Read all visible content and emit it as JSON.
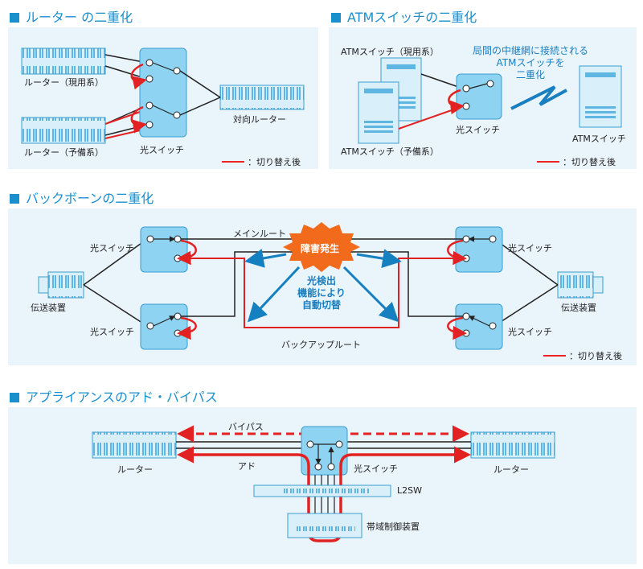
{
  "colors": {
    "accent": "#1a8fce",
    "panel": "#eaf4fb",
    "switch_fill": "#8fd3f2",
    "switch_stroke": "#3a9fd0",
    "after_switch_line": "#e22222",
    "device_fill": "#d9effa",
    "fault_fill": "#f26a1b",
    "arrow": "#1580c0"
  },
  "sections": {
    "router": {
      "title": "ルーター の二重化"
    },
    "atm": {
      "title": "ATMスイッチの二重化"
    },
    "backbone": {
      "title": "バックボーンの二重化"
    },
    "appliance": {
      "title": "アプライアンスのアド・バイパス"
    }
  },
  "router_panel": {
    "active_router": "ルーター（現用系）",
    "standby_router": "ルーター（予備系）",
    "optical_switch": "光スイッチ",
    "peer_router": "対向ルーター",
    "legend": "：切り替え後"
  },
  "atm_panel": {
    "active": "ATMスイッチ（現用系）",
    "standby": "ATMスイッチ（予備系）",
    "optical_switch": "光スイッチ",
    "remote_switch": "ATMスイッチ",
    "note_lines": [
      "局間の中継網に接続される",
      "ATMスイッチを",
      "二重化"
    ],
    "legend": "：切り替え後"
  },
  "backbone_panel": {
    "switch_tl": "光スイッチ",
    "switch_bl": "光スイッチ",
    "switch_tr": "光スイッチ",
    "switch_br": "光スイッチ",
    "transmit_left": "伝送装置",
    "transmit_right": "伝送装置",
    "main_route": "メインルート",
    "backup_route": "バックアップルート",
    "fault": "障害発生",
    "detect_lines": [
      "光検出",
      "機能により",
      "自動切替"
    ],
    "legend": "：切り替え後"
  },
  "appliance_panel": {
    "bypass": "バイパス",
    "add": "アド",
    "router_left": "ルーター",
    "router_right": "ルーター",
    "optical_switch": "光スイッチ",
    "l2sw": "L2SW",
    "bandwidth": "帯域制御装置"
  }
}
